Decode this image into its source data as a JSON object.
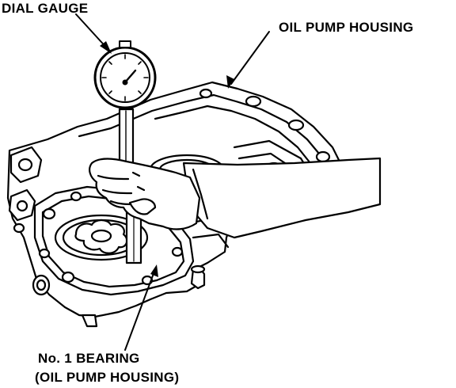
{
  "labels": {
    "dial_gauge": "DIAL GAUGE",
    "oil_pump_housing": "OIL PUMP HOUSING",
    "bearing_line1": "No. 1 BEARING",
    "bearing_line2": "(OIL PUMP HOUSING)"
  },
  "colors": {
    "ink": "#000000",
    "paper": "#ffffff"
  }
}
